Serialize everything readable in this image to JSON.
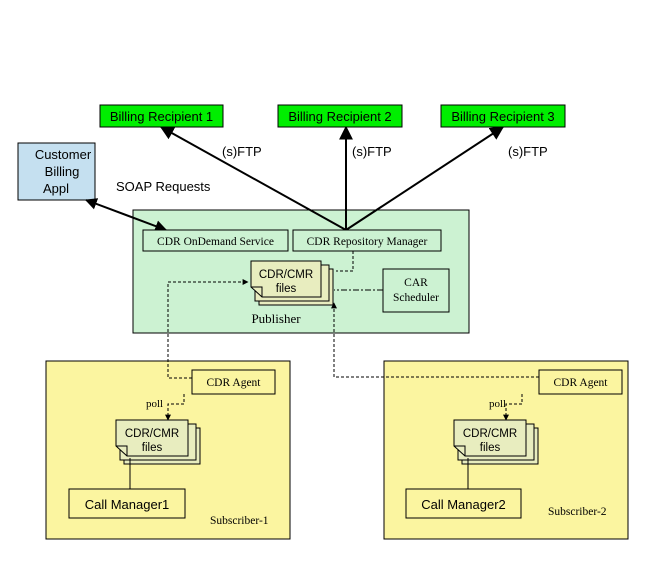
{
  "colors": {
    "recipient_fill": "#00ee00",
    "customer_fill": "#c5e0f0",
    "publisher_fill": "#ccf2d2",
    "subscriber_fill": "#fbf5a0",
    "files_fill": "#e8edbf",
    "line": "#000000"
  },
  "recipients": [
    {
      "label": "Billing Recipient 1"
    },
    {
      "label": "Billing Recipient 2"
    },
    {
      "label": "Billing Recipient 3"
    }
  ],
  "protocol_labels": [
    "(s)FTP",
    "(s)FTP",
    "(s)FTP"
  ],
  "customer_app": {
    "lines": [
      "Customer",
      "Billing",
      "Appl"
    ]
  },
  "soap_label": "SOAP Requests",
  "publisher": {
    "title": "Publisher",
    "ondemand_service": "CDR OnDemand Service",
    "repository_manager": "CDR Repository Manager",
    "files_lines": [
      "CDR/CMR",
      "files"
    ],
    "car_scheduler_lines": [
      "CAR",
      "Scheduler"
    ]
  },
  "subscribers": [
    {
      "title": "Subscriber-1",
      "agent": "CDR Agent",
      "poll": "poll",
      "files_lines": [
        "CDR/CMR",
        "files"
      ],
      "call_manager": "Call Manager1"
    },
    {
      "title": "Subscriber-2",
      "agent": "CDR Agent",
      "poll": "poll",
      "files_lines": [
        "CDR/CMR",
        "files"
      ],
      "call_manager": "Call Manager2"
    }
  ]
}
